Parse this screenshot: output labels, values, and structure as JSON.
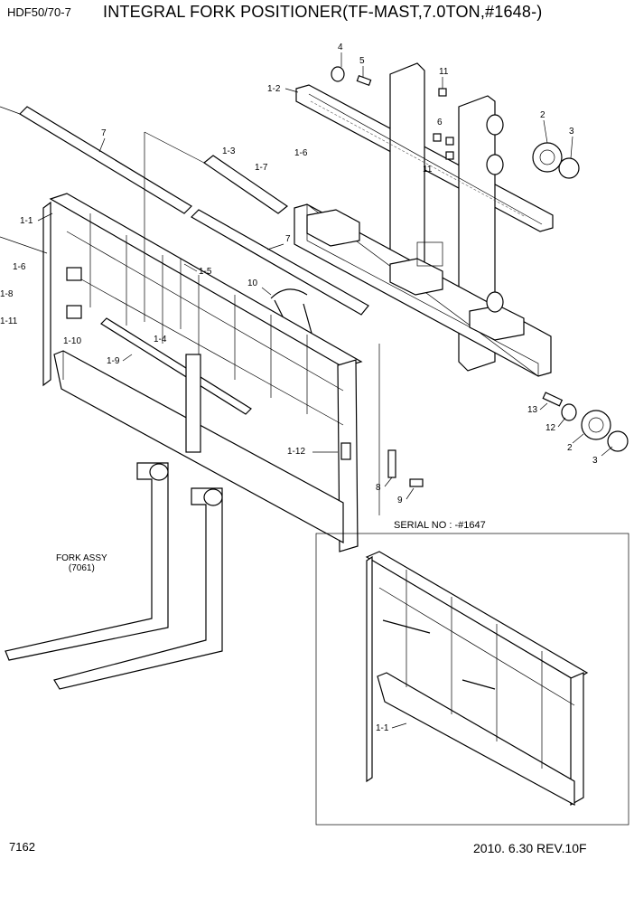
{
  "header": {
    "model": "HDF50/70-7",
    "title": "INTEGRAL FORK POSITIONER(TF-MAST,7.0TON,#1648-)"
  },
  "serial_note": "SERIAL NO : -#1647",
  "fork_assy": {
    "line1": "FORK ASSY",
    "line2": "(7061)"
  },
  "footer": {
    "page": "7162",
    "revision": "2010. 6.30  REV.10F"
  },
  "callouts": [
    "4",
    "5",
    "11",
    "1-2",
    "2",
    "3",
    "6",
    "11",
    "7",
    "1-3",
    "1-6",
    "1-7",
    "1-1",
    "7",
    "1-6",
    "1-5",
    "1-8",
    "10",
    "1-11",
    "1-10",
    "1-4",
    "1-9",
    "13",
    "12",
    "2",
    "3",
    "1-12",
    "8",
    "9",
    "1-1"
  ]
}
